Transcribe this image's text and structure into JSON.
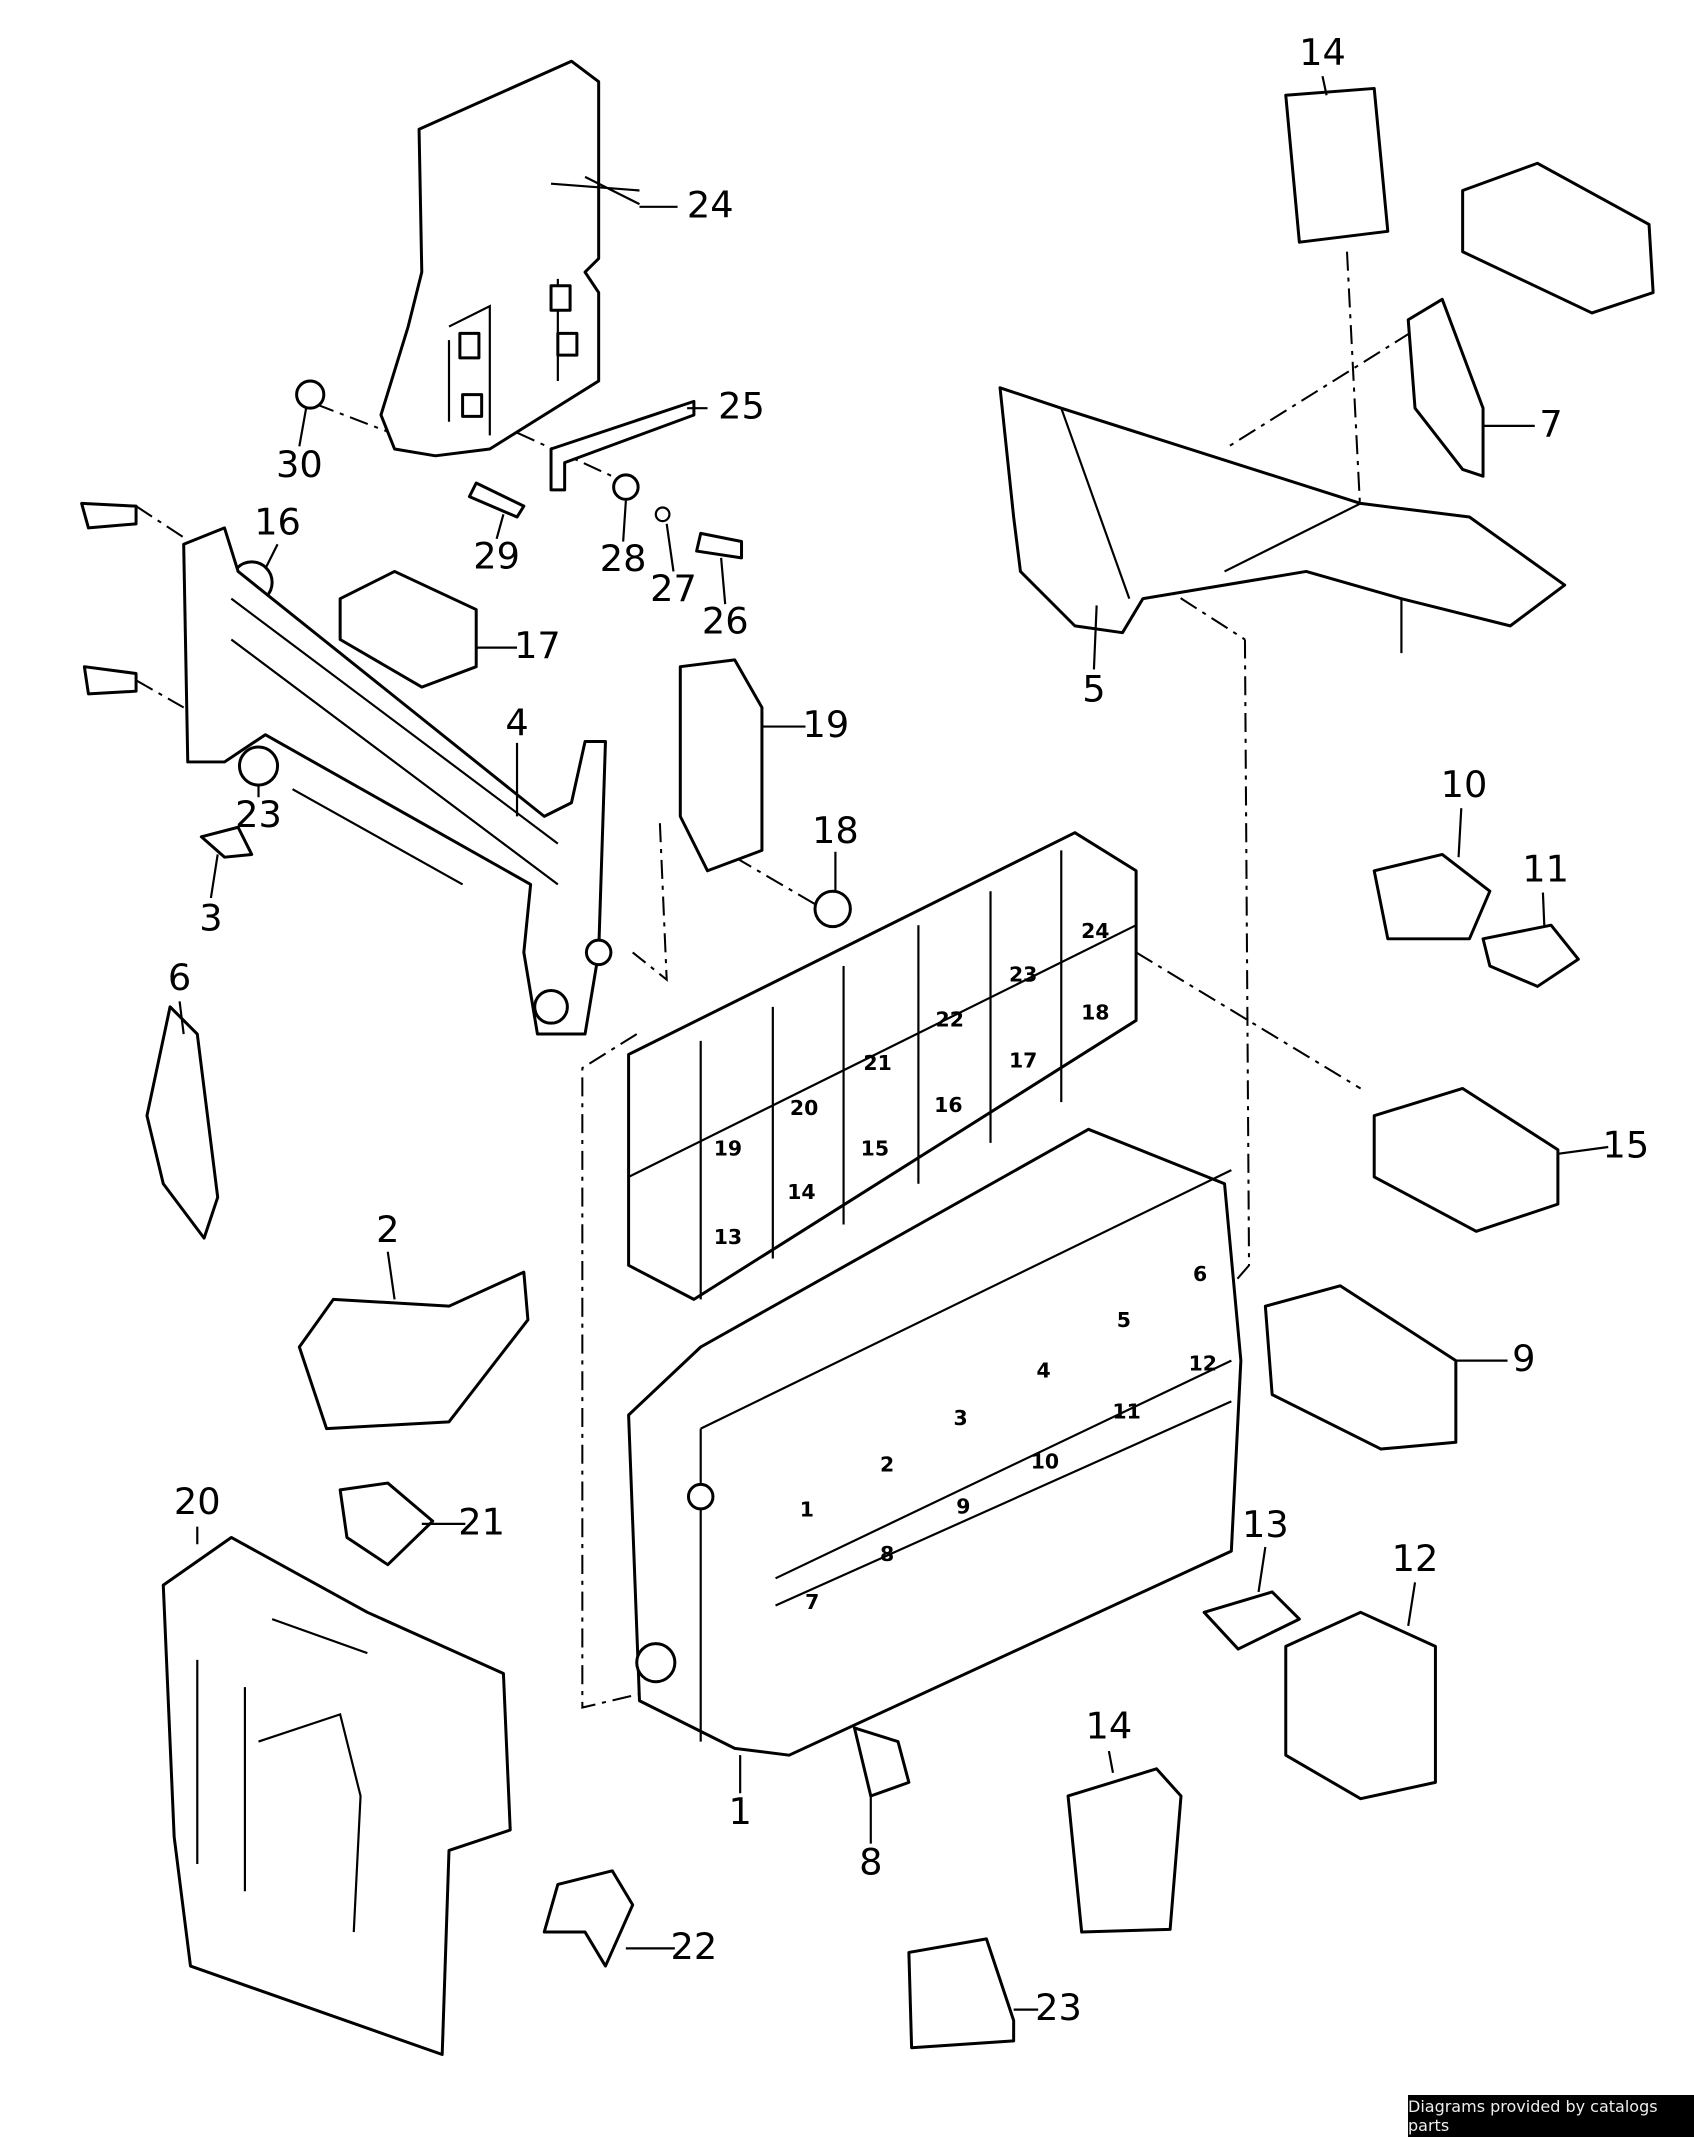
{
  "diagram": {
    "callouts": {
      "c14a": "14",
      "c24": "24",
      "c25": "25",
      "c30": "30",
      "c7": "7",
      "c16": "16",
      "c29": "29",
      "c28": "28",
      "c27": "27",
      "c26": "26",
      "c17": "17",
      "c5": "5",
      "c19": "19",
      "c4": "4",
      "c10": "10",
      "c23a": "23",
      "c11": "11",
      "c18": "18",
      "c3": "3",
      "c6": "6",
      "c15": "15",
      "c2": "2",
      "c9": "9",
      "c20": "20",
      "c21": "21",
      "c13": "13",
      "c12": "12",
      "c14b": "14",
      "c1": "1",
      "c8": "8",
      "c22": "22",
      "c23b": "23"
    },
    "relay_slots": [
      "13",
      "14",
      "15",
      "16",
      "17",
      "18",
      "19",
      "20",
      "21",
      "22",
      "23",
      "24"
    ],
    "fuse_slots": [
      "1",
      "2",
      "3",
      "4",
      "5",
      "6",
      "7",
      "8",
      "9",
      "10",
      "11",
      "12"
    ]
  },
  "footer": {
    "credit": "Diagrams provided by catalogs parts"
  }
}
